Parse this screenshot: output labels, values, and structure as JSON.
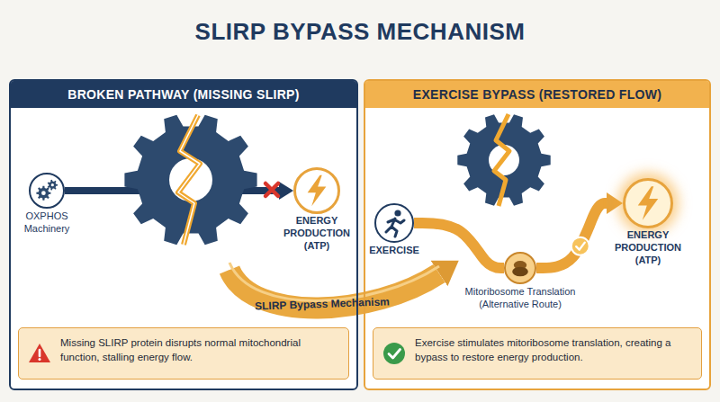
{
  "diagram": {
    "title": "SLIRP BYPASS MECHANISM",
    "nodes": [
      {
        "text": [
          "BROKEN PATHWAY (MISSING SLIRP)"
        ]
      },
      {
        "text": [
          "OXPHOS Machinery"
        ],
        "in": 0
      },
      {
        "text": [
          "ENERGY PRODUCTION (ATP)"
        ],
        "in": 0
      },
      {
        "text": [
          "Missing SLIRP protein disrupts normal mitochondrial function, stalling energy flow."
        ],
        "in": 0
      },
      {
        "text": [
          "EXERCISE BYPASS (RESTORED FLOW)"
        ]
      },
      {
        "text": [
          "EXERCISE"
        ],
        "in": 4
      },
      {
        "text": [
          "Mitoribosome Translation (Alternative Route)"
        ],
        "in": 4
      },
      {
        "text": [
          "ENERGY PRODUCTION (ATP)"
        ],
        "in": 4
      },
      {
        "text": [
          "Exercise stimulates mitoribosome translation, creating a bypass to restore energy production."
        ],
        "in": 4
      }
    ],
    "edges": [
      {
        "from": 1,
        "to": 2,
        "arrow": "to"
      },
      {
        "from": 5,
        "to": 6,
        "arrow": "none"
      },
      {
        "from": 6,
        "to": 7,
        "arrow": "to"
      }
    ],
    "labels": [
      "SLIRP Bypass Mechanism"
    ]
  }
}
